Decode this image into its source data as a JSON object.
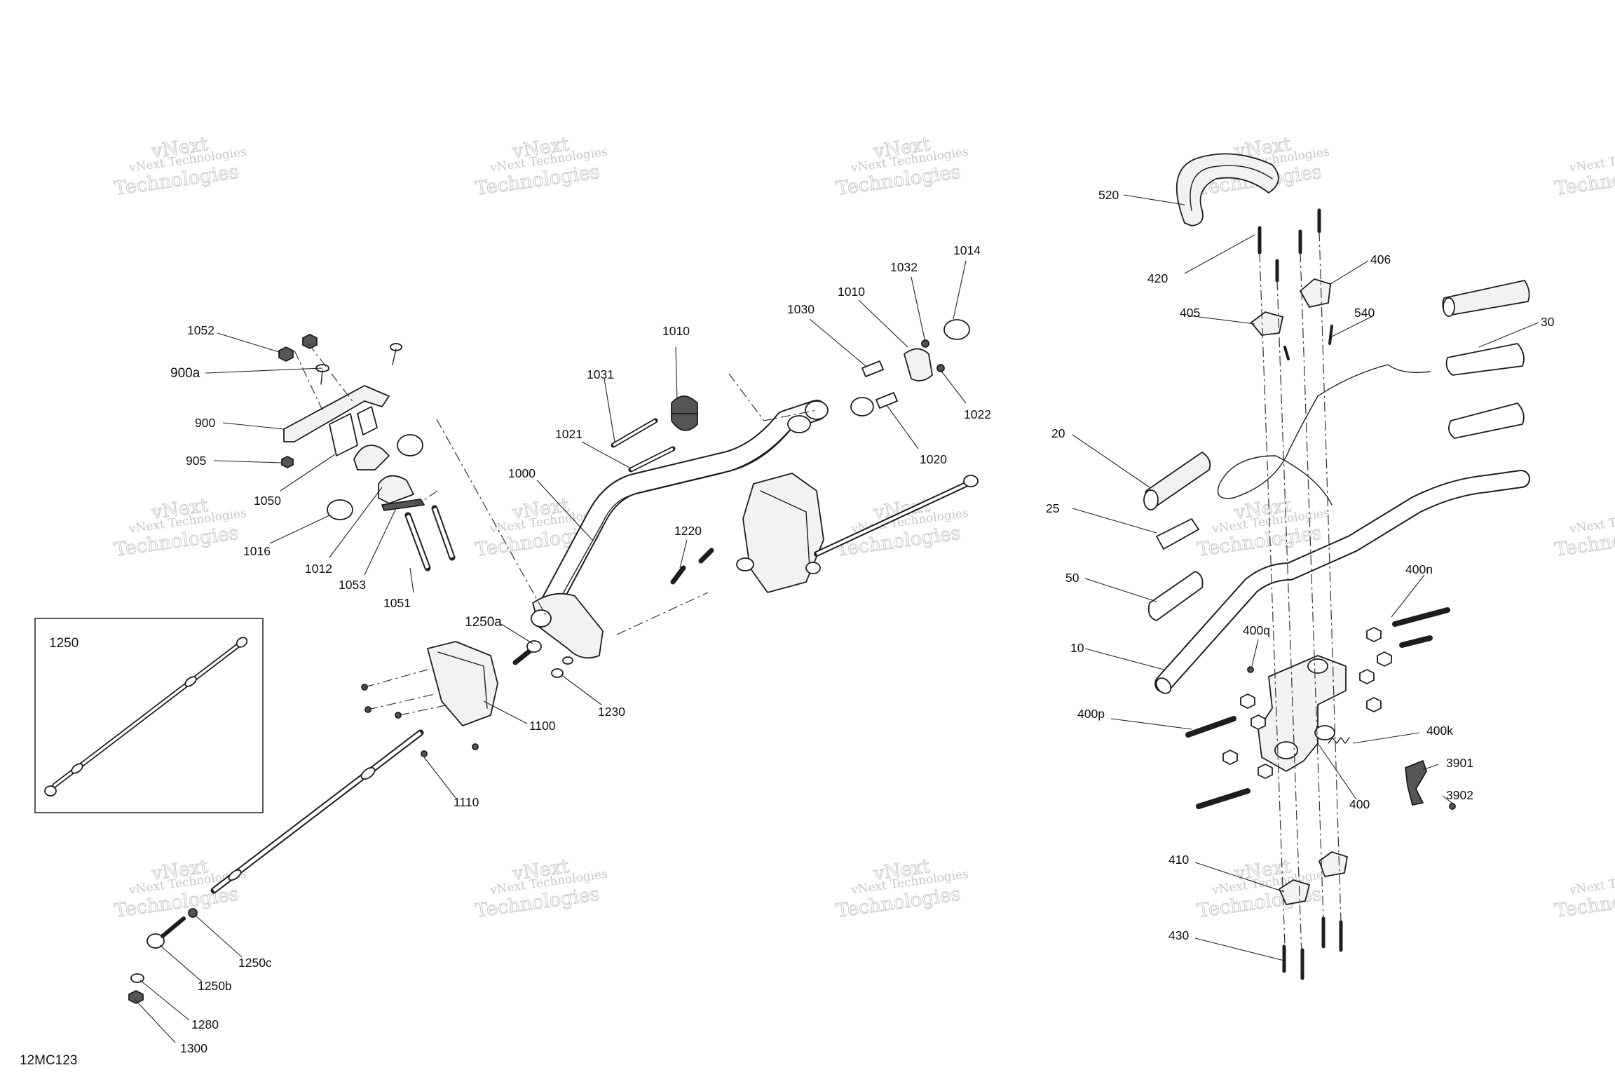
{
  "diagram_id": "12MC123",
  "watermark": {
    "line1": "vNext Technologies",
    "line2": "Technologies",
    "line3": "vNext"
  },
  "inset": {
    "label": "1250"
  },
  "callouts": {
    "c520": "520",
    "c420": "420",
    "c406": "406",
    "c405": "405",
    "c540": "540",
    "c30": "30",
    "c20": "20",
    "c25": "25",
    "c50": "50",
    "c10": "10",
    "c400n": "400n",
    "c400q": "400q",
    "c400p": "400p",
    "c400k": "400k",
    "c3901": "3901",
    "c3902": "3902",
    "c400": "400",
    "c410": "410",
    "c430": "430",
    "c1052": "1052",
    "c900a": "900a",
    "c900": "900",
    "c905": "905",
    "c1050": "1050",
    "c1016": "1016",
    "c1012": "1012",
    "c1053": "1053",
    "c1051": "1051",
    "c1031": "1031",
    "c1010a": "1010",
    "c1021": "1021",
    "c1000": "1000",
    "c1030": "1030",
    "c1010b": "1010",
    "c1032": "1032",
    "c1014": "1014",
    "c1022": "1022",
    "c1020": "1020",
    "c1220": "1220",
    "c1250a": "1250a",
    "c1230": "1230",
    "c1100": "1100",
    "c1110": "1110",
    "c1250c": "1250c",
    "c1250b": "1250b",
    "c1280": "1280",
    "c1300": "1300"
  }
}
